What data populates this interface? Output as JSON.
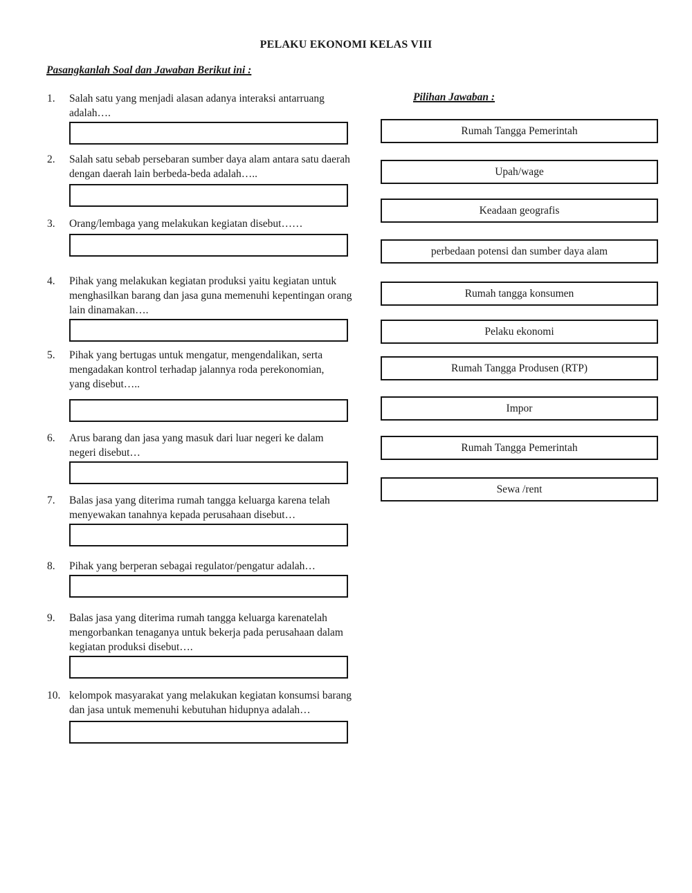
{
  "page": {
    "title": "PELAKU EKONOMI KELAS VIII",
    "instruction_heading": "Pasangkanlah Soal dan Jawaban Berikut ini :",
    "options_heading": "Pilihan Jawaban :"
  },
  "questions": [
    {
      "number": "1.",
      "text": "Salah satu yang menjadi alasan adanya interaksi antarruang\nadalah….",
      "input_value": ""
    },
    {
      "number": "2.",
      "text": "Salah satu sebab persebaran sumber daya alam antara satu daerah\ndengan daerah lain berbeda-beda adalah…..",
      "input_value": ""
    },
    {
      "number": "3.",
      "text": "Orang/lembaga yang melakukan kegiatan disebut……",
      "input_value": ""
    },
    {
      "number": "4.",
      "text": "Pihak yang melakukan kegiatan produksi yaitu kegiatan untuk\nmenghasilkan barang dan jasa guna memenuhi kepentingan orang\nlain dinamakan….",
      "input_value": ""
    },
    {
      "number": "5.",
      "text": "Pihak yang bertugas untuk mengatur, mengendalikan, serta\nmengadakan kontrol terhadap jalannya roda perekonomian,\nyang disebut…..",
      "input_value": ""
    },
    {
      "number": "6.",
      "text": "Arus barang dan jasa yang masuk dari luar negeri ke dalam\nnegeri disebut…",
      "input_value": ""
    },
    {
      "number": "7.",
      "text": "Balas jasa yang diterima rumah tangga keluarga karena telah\nmenyewakan tanahnya kepada perusahaan disebut…",
      "input_value": ""
    },
    {
      "number": "8.",
      "text": "Pihak yang berperan sebagai regulator/pengatur adalah…",
      "input_value": ""
    },
    {
      "number": "9.",
      "text": "Balas jasa yang diterima rumah tangga keluarga karenatelah\nmengorbankan tenaganya untuk bekerja pada perusahaan dalam\nkegiatan produksi disebut….",
      "input_value": ""
    },
    {
      "number": "10.",
      "text": "kelompok masyarakat yang melakukan kegiatan konsumsi barang\ndan jasa untuk memenuhi kebutuhan hidupnya adalah…",
      "input_value": ""
    }
  ],
  "answer_options": [
    {
      "label": "Rumah Tangga Pemerintah"
    },
    {
      "label": "Upah/wage"
    },
    {
      "label": "Keadaan geografis"
    },
    {
      "label": "perbedaan potensi dan sumber daya alam"
    },
    {
      "label": "Rumah tangga konsumen"
    },
    {
      "label": "Pelaku ekonomi"
    },
    {
      "label": "Rumah Tangga Produsen (RTP)"
    },
    {
      "label": "Impor"
    },
    {
      "label": "Rumah Tangga Pemerintah"
    },
    {
      "label": "Sewa /rent"
    }
  ]
}
